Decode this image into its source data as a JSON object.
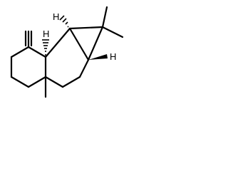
{
  "molecule": {
    "labels": {
      "h_top_left": "H",
      "h_top_center": "H",
      "h_right": "H"
    },
    "colors": {
      "bond": "#000000",
      "background": "#ffffff"
    }
  }
}
